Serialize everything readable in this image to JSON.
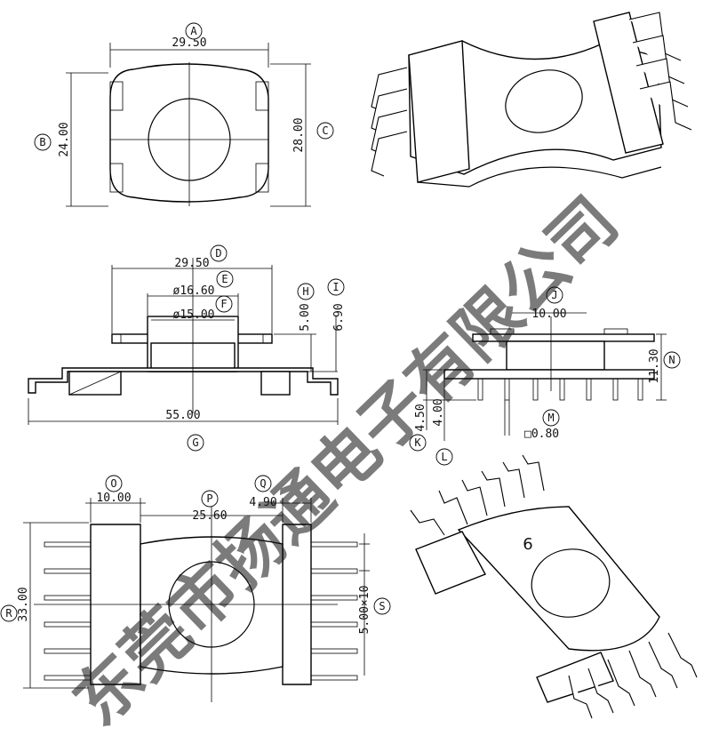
{
  "watermark": {
    "text": "东莞市扬通电子有限公司",
    "color": "#bfbfbf"
  },
  "pin1_number": "6",
  "letters": [
    "A",
    "B",
    "C",
    "D",
    "E",
    "F",
    "G",
    "H",
    "I",
    "J",
    "K",
    "L",
    "M",
    "N",
    "O",
    "P",
    "Q",
    "R",
    "S"
  ],
  "dims": {
    "A": "29.50",
    "B": "24.00",
    "C": "28.00",
    "D": "29.50",
    "E": "ø16.60",
    "F": "ø15.00",
    "G": "55.00",
    "H": "5.00",
    "I": "6.90",
    "J": "10.00",
    "K": "4.50",
    "L": "4.00",
    "M": "□0.80",
    "N": "11.30",
    "O": "10.00",
    "P": "25.60",
    "Q": "4.90",
    "R": "33.00",
    "S": "5.00×10"
  }
}
